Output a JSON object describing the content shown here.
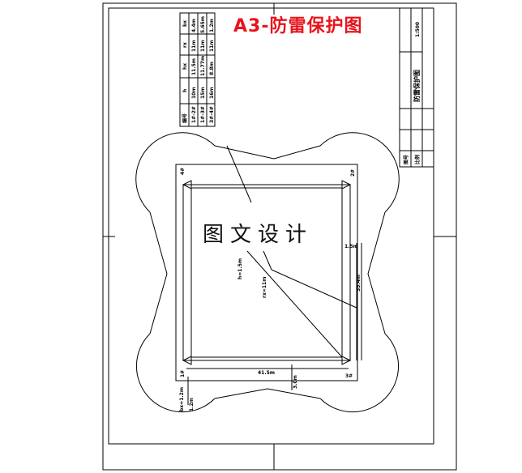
{
  "title": "A3-防雷保护图",
  "watermark": "图文设计",
  "table": {
    "headers": [
      "编号",
      "h",
      "hx",
      "rx",
      "bx"
    ],
    "rows": [
      [
        "1#-2#",
        "10m",
        "11.5m",
        "11m",
        "4.4m"
      ],
      [
        "1#-3#",
        "15m",
        "11.77m",
        "11m",
        "5.65m"
      ],
      [
        "3#-4#",
        "16m",
        "8.8m",
        "11m",
        "1.2m"
      ]
    ]
  },
  "title_block": {
    "scale": "1:500",
    "drawing_name": "防雷保护图",
    "label_a": "图号",
    "label_b": "比例"
  },
  "corners": {
    "top_left": "4#",
    "top_right": "2#",
    "bottom_left": "1#",
    "bottom_right": "3#"
  },
  "dimensions": {
    "bottom": "41.5m",
    "right": "35.4m",
    "right_small": "1.5m",
    "vertical_small": "3.0m",
    "height_note": "h=1.5m",
    "radius_note": "rx=11m",
    "left_note_1": "bx=1.2m",
    "left_note_2": "1.2m"
  },
  "colors": {
    "title": "#e8141c",
    "line": "#000000"
  }
}
